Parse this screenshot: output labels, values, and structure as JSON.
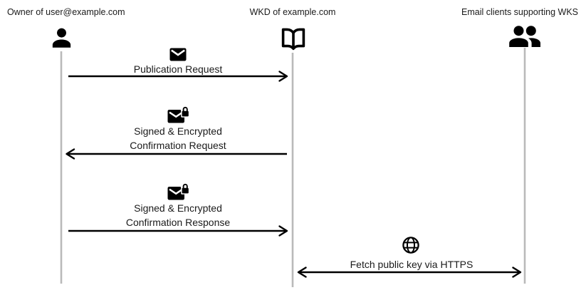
{
  "colors": {
    "ink": "#000000",
    "text": "#1a1a1a",
    "lifeline": "#bababa",
    "background": "#ffffff"
  },
  "actors": [
    {
      "id": "owner",
      "label": "Owner of user@example.com",
      "icon": "person-icon"
    },
    {
      "id": "wkd",
      "label": "WKD of example.com",
      "icon": "open-book-icon"
    },
    {
      "id": "clients",
      "label": "Email clients supporting WKS",
      "icon": "people-icon"
    }
  ],
  "messages": [
    {
      "icon": "email-icon",
      "lines": [
        "Publication Request"
      ],
      "from": "owner",
      "to": "wkd",
      "arrow": "right"
    },
    {
      "icon": "email-lock-icon",
      "lines": [
        "Signed & Encrypted",
        "Confirmation Request"
      ],
      "from": "wkd",
      "to": "owner",
      "arrow": "left"
    },
    {
      "icon": "email-lock-icon",
      "lines": [
        "Signed & Encrypted",
        "Confirmation Response"
      ],
      "from": "owner",
      "to": "wkd",
      "arrow": "right"
    },
    {
      "icon": "globe-icon",
      "lines": [
        "Fetch public key via HTTPS"
      ],
      "from": "wkd",
      "to": "clients",
      "arrow": "both"
    }
  ]
}
